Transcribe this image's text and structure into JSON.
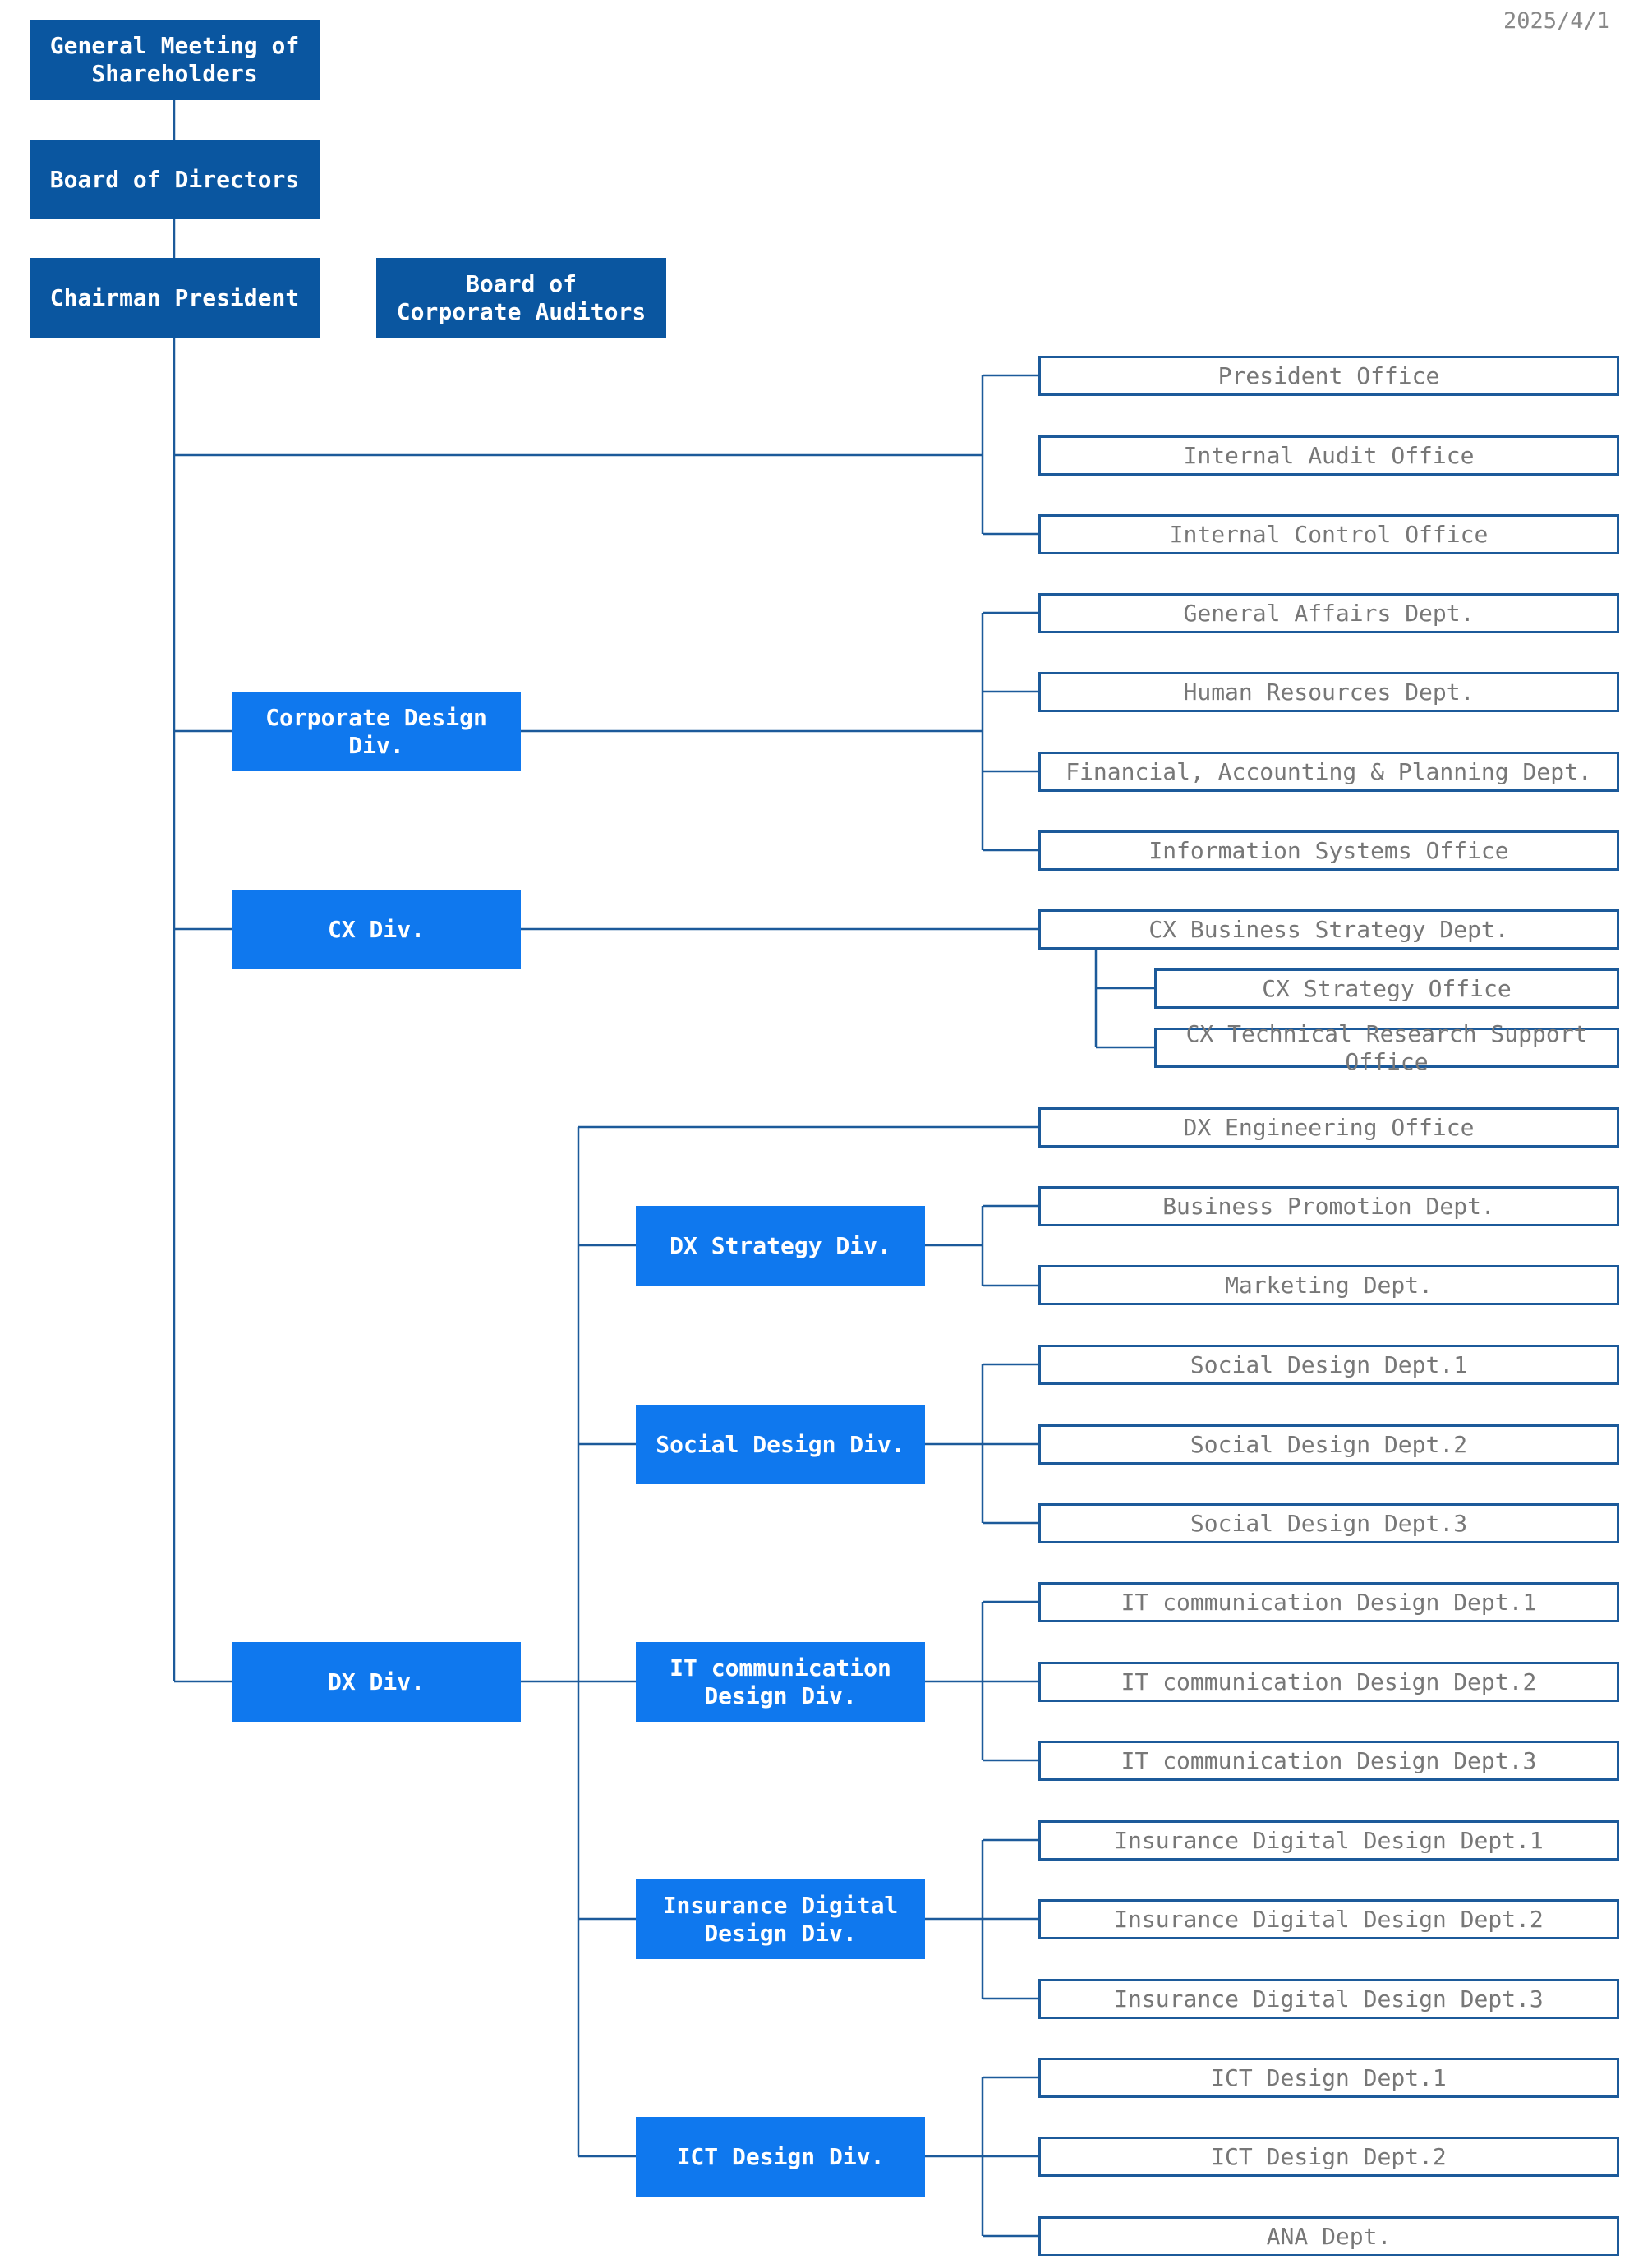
{
  "date": "2025/4/1",
  "colors": {
    "top_box": "#0a56a0",
    "division_box": "#0f78ee",
    "outline": "#1c5a9a",
    "connector": "#1c5a9a"
  },
  "top": {
    "shareholders": "General Meeting of\nShareholders",
    "board": "Board of Directors",
    "president": "Chairman President",
    "auditors": "Board of\nCorporate Auditors"
  },
  "offices": {
    "president_office": "President Office",
    "internal_audit": "Internal Audit Office",
    "internal_control": "Internal Control Office"
  },
  "corporate": {
    "name": "Corporate Design Div.",
    "depts": [
      "General Affairs Dept.",
      "Human Resources Dept.",
      "Financial, Accounting & Planning Dept.",
      "Information Systems Office"
    ]
  },
  "cx": {
    "name": "CX Div.",
    "dept": "CX Business Strategy Dept.",
    "sub": [
      "CX Strategy Office",
      "CX Technical Research Support Office"
    ]
  },
  "dx": {
    "name": "DX Div.",
    "engineering": "DX Engineering Office",
    "strategy": {
      "name": "DX Strategy Div.",
      "depts": [
        "Business Promotion Dept.",
        "Marketing Dept."
      ]
    },
    "social": {
      "name": "Social Design Div.",
      "depts": [
        "Social Design Dept.1",
        "Social Design Dept.2",
        "Social Design Dept.3"
      ]
    },
    "itc": {
      "name": "IT communication\nDesign Div.",
      "depts": [
        "IT communication Design Dept.1",
        "IT communication Design Dept.2",
        "IT communication Design Dept.3"
      ]
    },
    "insurance": {
      "name": "Insurance Digital\nDesign Div.",
      "depts": [
        "Insurance Digital Design Dept.1",
        "Insurance Digital Design Dept.2",
        "Insurance Digital Design Dept.3"
      ]
    },
    "ict": {
      "name": "ICT Design Div.",
      "depts": [
        "ICT Design Dept.1",
        "ICT Design Dept.2",
        "ANA Dept."
      ]
    }
  }
}
